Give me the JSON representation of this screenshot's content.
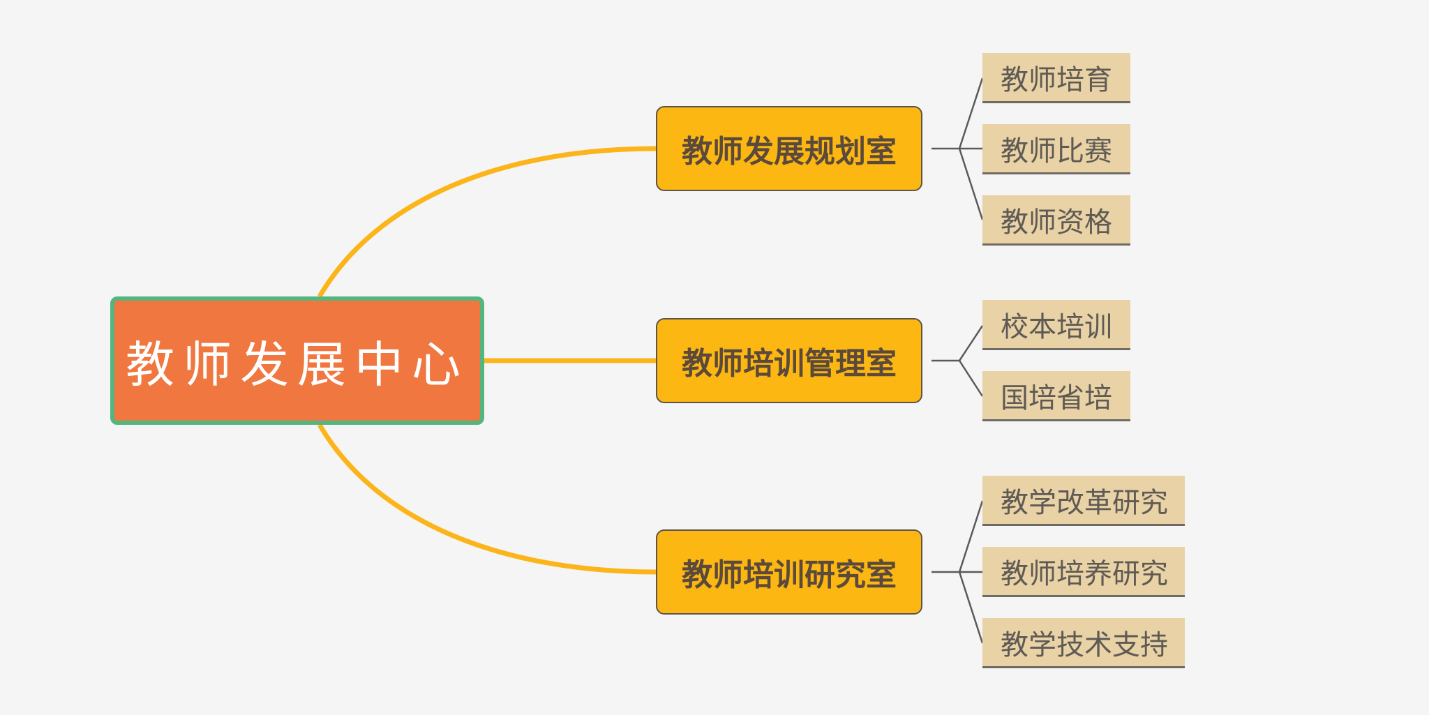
{
  "root": {
    "label": "教师发展中心"
  },
  "branches": [
    {
      "label": "教师发展规划室",
      "children": [
        {
          "label": "教师培育"
        },
        {
          "label": "教师比赛"
        },
        {
          "label": "教师资格"
        }
      ]
    },
    {
      "label": "教师培训管理室",
      "children": [
        {
          "label": "校本培训"
        },
        {
          "label": "国培省培"
        }
      ]
    },
    {
      "label": "教师培训研究室",
      "children": [
        {
          "label": "教学改革研究"
        },
        {
          "label": "教师培养研究"
        },
        {
          "label": "教学技术支持"
        }
      ]
    }
  ],
  "colors": {
    "background": "#f5f5f5",
    "root_fill": "#f07740",
    "root_border": "#55b57f",
    "branch_fill": "#fcb713",
    "leaf_fill": "#e8d2a6",
    "main_link": "#fbb51b",
    "leaf_link": "#5a5a5a"
  }
}
